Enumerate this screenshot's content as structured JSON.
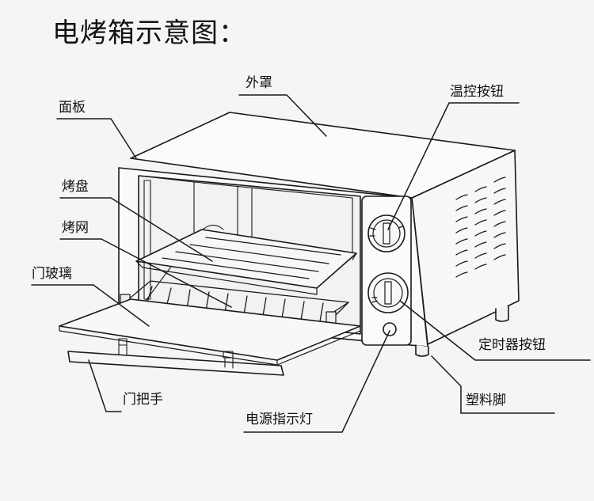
{
  "title": "电烤箱示意图：",
  "labels": {
    "outer_cover": "外罩",
    "panel": "面板",
    "temp_knob": "温控按钮",
    "baking_tray": "烤盘",
    "baking_rack": "烤网",
    "door_glass": "门玻璃",
    "timer_knob": "定时器按钮",
    "door_handle": "门把手",
    "plastic_feet": "塑料脚",
    "power_indicator": "电源指示灯"
  },
  "colors": {
    "ink": "#1a1a1a",
    "paper": "#f4f5f7",
    "body": "#f9f9fa"
  }
}
